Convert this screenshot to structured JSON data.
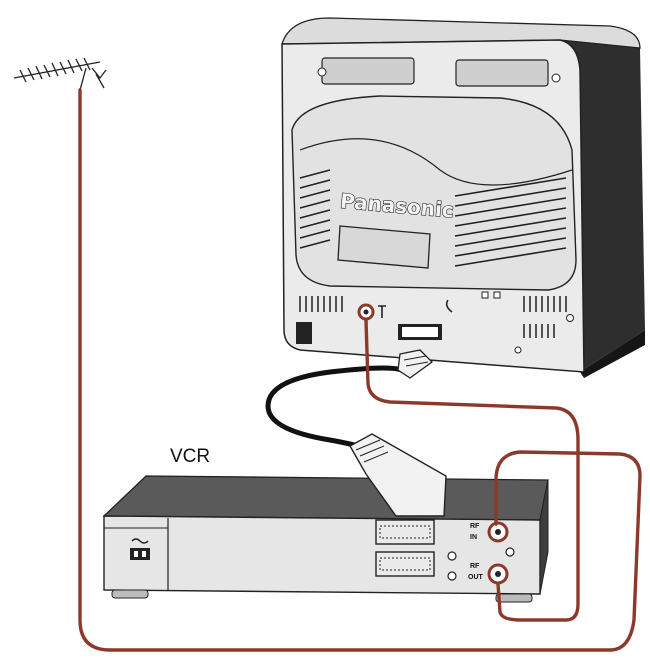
{
  "tv": {
    "brand": "Panasonic"
  },
  "vcr": {
    "label": "VCR",
    "rf_in": {
      "top": "RF",
      "bottom": "IN"
    },
    "rf_out": {
      "top": "RF",
      "bottom": "OUT"
    }
  },
  "colors": {
    "rf_cable": "#8b3a2a",
    "scart_cable": "#111111",
    "tv_body": "#e9e9e9",
    "tv_shadow": "#333333",
    "vcr_top": "#555555",
    "vcr_front": "#e6e6e6"
  },
  "icons": {
    "antenna": "antenna-icon",
    "tv_aerial_socket": "aerial-socket-icon",
    "scart": "scart-plug-icon",
    "power": "power-socket-icon"
  }
}
